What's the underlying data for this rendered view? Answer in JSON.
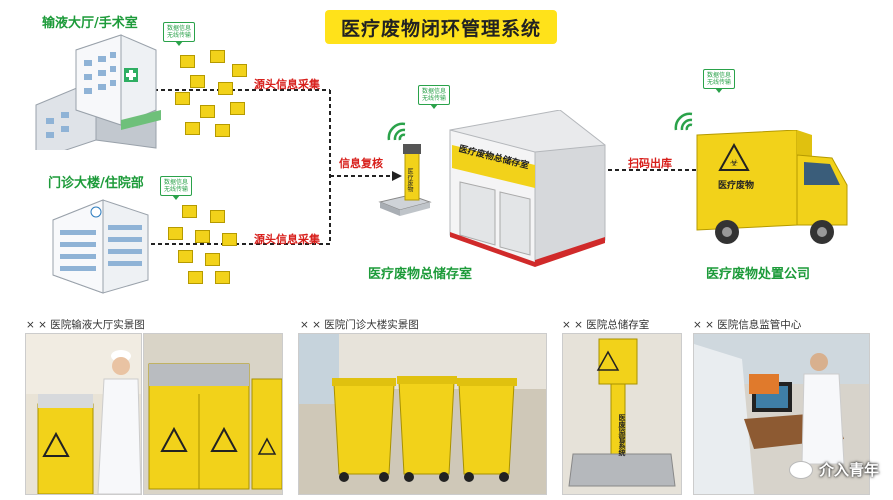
{
  "title": "医疗废物闭环管理系统",
  "locations": {
    "infusion_hall": "输液大厅/手术室",
    "outpatient": "门诊大楼/住院部",
    "storage": "医疗废物总储存室",
    "disposal": "医疗废物处置公司"
  },
  "flow_labels": {
    "source_top": "源头信息采集",
    "source_bottom": "源头信息采集",
    "review": "信息复核",
    "scan_out": "扫码出库"
  },
  "wireless_tag": {
    "line1": "数据信息",
    "line2": "无线传输"
  },
  "building_sign": "医疗废物总储存室",
  "truck_sign": "医疗废物",
  "scale_sign": "医疗废物",
  "photo_captions": [
    "× × 医院输液大厅实景图",
    "× × 医院门诊大楼实景图",
    "× × 医院总储存室",
    "× × 医院信息监管中心"
  ],
  "photo_scale_sign": "医废监管系统",
  "watermark": "介入青年",
  "colors": {
    "accent_yellow": "#ffe21a",
    "label_green": "#1d9b3a",
    "label_red": "#d8201c"
  }
}
